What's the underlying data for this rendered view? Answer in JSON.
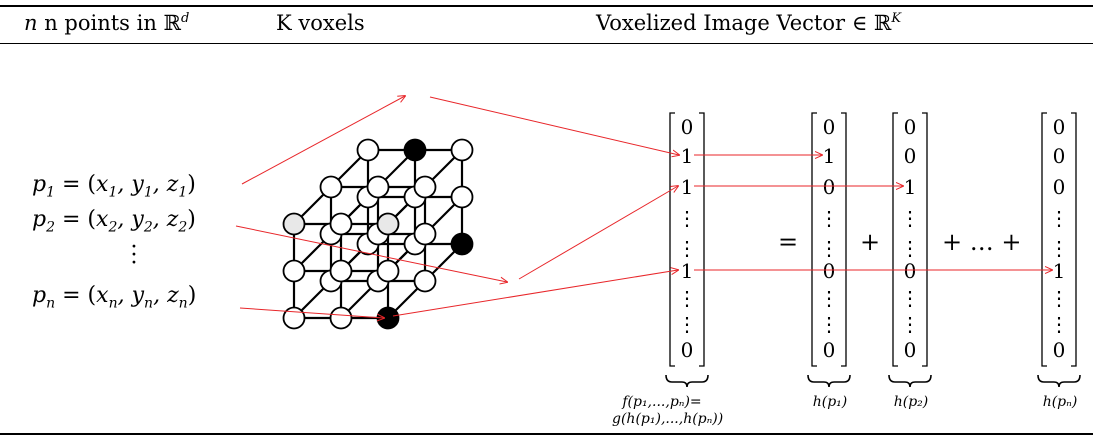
{
  "headers": {
    "col1": "n points in ℝ",
    "col1_sup": "d",
    "col2": "K voxels",
    "col3": "Voxelized Image Vector ∈ ℝ",
    "col3_sup": "K"
  },
  "points": [
    {
      "lhs": "p",
      "idx": "1",
      "open": " = (",
      "x": "x",
      "y": "y",
      "z": "z",
      "close": ")"
    },
    {
      "lhs": "p",
      "idx": "2",
      "open": " = (",
      "x": "x",
      "y": "y",
      "z": "z",
      "close": ")"
    },
    {
      "lhs": "p",
      "idx": "n",
      "open": " = (",
      "x": "x",
      "y": "y",
      "z": "z",
      "close": ")"
    }
  ],
  "vectors": [
    {
      "entries": [
        "0",
        "1",
        "1",
        "⋮",
        "⋮",
        "1",
        "⋮",
        "⋮",
        "0"
      ]
    },
    {
      "entries": [
        "0",
        "1",
        "0",
        "⋮",
        "⋮",
        "0",
        "⋮",
        "⋮",
        "0"
      ]
    },
    {
      "entries": [
        "0",
        "0",
        "1",
        "⋮",
        "⋮",
        "0",
        "⋮",
        "⋮",
        "0"
      ]
    },
    {
      "entries": [
        "0",
        "0",
        "0",
        "⋮",
        "⋮",
        "1",
        "⋮",
        "⋮",
        "0"
      ]
    }
  ],
  "operators": {
    "equals": "=",
    "plus": "+",
    "plus_dots": "+ … +"
  },
  "captions": {
    "f_line1": "f(p₁,...,pₙ)=",
    "f_line2": "g(h(p₁),...,h(pₙ))",
    "h1": "h(p₁)",
    "h2": "h(p₂)",
    "hn": "h(pₙ)"
  },
  "colors": {
    "arrow": "#e8262a",
    "lines": "#000000",
    "filled_node": "#000000",
    "gray_node": "#e8e8e8"
  }
}
